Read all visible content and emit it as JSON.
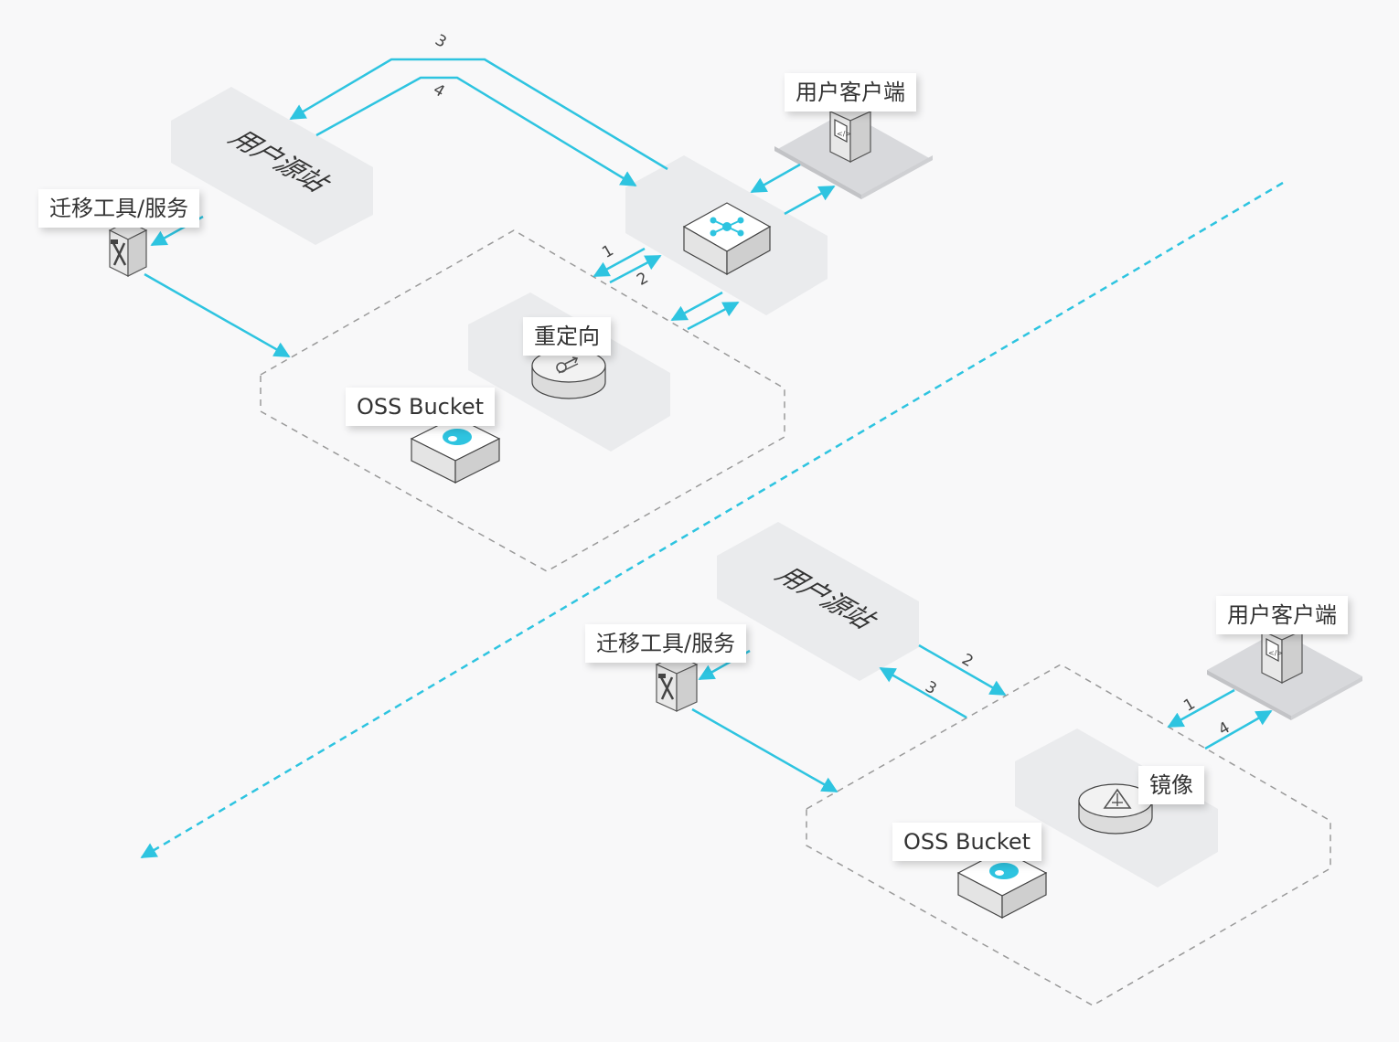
{
  "top": {
    "origin_label": "用户源站",
    "client_label": "用户客户端",
    "tool_label": "迁移工具/服务",
    "feature_label": "重定向",
    "bucket_label": "OSS Bucket",
    "steps": [
      "1",
      "2",
      "3",
      "4"
    ]
  },
  "bottom": {
    "origin_label": "用户源站",
    "client_label": "用户客户端",
    "tool_label": "迁移工具/服务",
    "feature_label": "镜像",
    "bucket_label": "OSS Bucket",
    "steps": [
      "1",
      "2",
      "3",
      "4"
    ]
  },
  "colors": {
    "arrow": "#2ec4e0",
    "plane": "#eaebed",
    "dashed": "#9a9a9a"
  },
  "icons": [
    "code-window-icon",
    "tool-hammer-wrench-icon",
    "network-hub-icon",
    "redirect-icon",
    "mirror-icon",
    "oss-bucket-icon"
  ]
}
